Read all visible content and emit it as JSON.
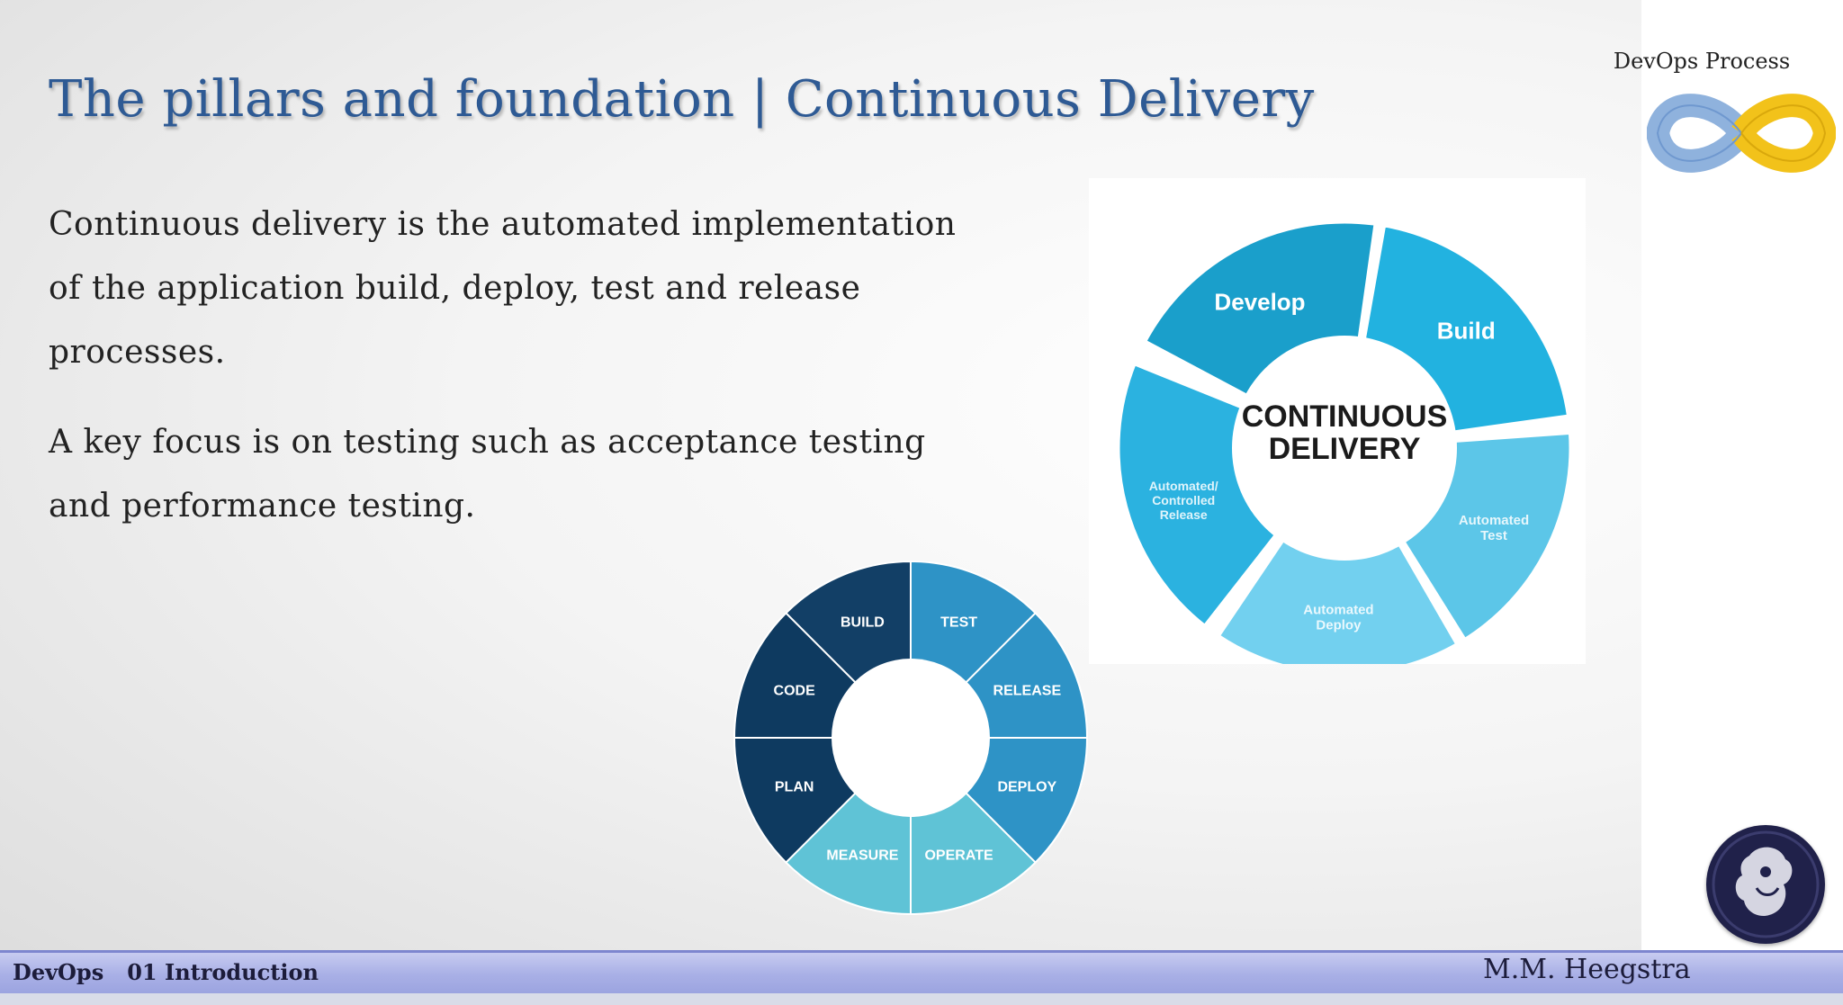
{
  "slide": {
    "title": "The pillars  and foundation | Continuous Delivery",
    "paragraphs": [
      "Continuous delivery is the automated implementation of the application build, deploy, test and release processes.",
      "A key focus is on testing such as acceptance testing and performance testing."
    ]
  },
  "sidebar": {
    "label": "DevOps Process",
    "logo_icon": "devops-infinity-icon"
  },
  "cd_diagram": {
    "center": [
      "CONTINUOUS",
      "DELIVERY"
    ],
    "segments": [
      {
        "label": "Develop",
        "color": "#1a9fcb"
      },
      {
        "label": "Build",
        "color": "#22b2e0"
      },
      {
        "label": "Automated Test",
        "color": "#5cc6e8"
      },
      {
        "label": "Automated Deploy",
        "color": "#72d0ef"
      },
      {
        "label": "Automated/ Controlled Release",
        "color": "#2bb2e0"
      }
    ]
  },
  "ring_diagram": {
    "segments": [
      {
        "label": "BUILD",
        "color": "#123f66"
      },
      {
        "label": "TEST",
        "color": "#2e93c6"
      },
      {
        "label": "RELEASE",
        "color": "#2e93c6"
      },
      {
        "label": "DEPLOY",
        "color": "#2e93c6"
      },
      {
        "label": "OPERATE",
        "color": "#5fc3d6"
      },
      {
        "label": "MEASURE",
        "color": "#5fc3d6"
      },
      {
        "label": "PLAN",
        "color": "#0e3a60"
      },
      {
        "label": "CODE",
        "color": "#0e3a60"
      }
    ]
  },
  "emblem_icon": "lion-emblem-icon",
  "footer": {
    "course": "DevOps",
    "chapter": "01 Introduction",
    "author": "M.M. Heegstra"
  }
}
